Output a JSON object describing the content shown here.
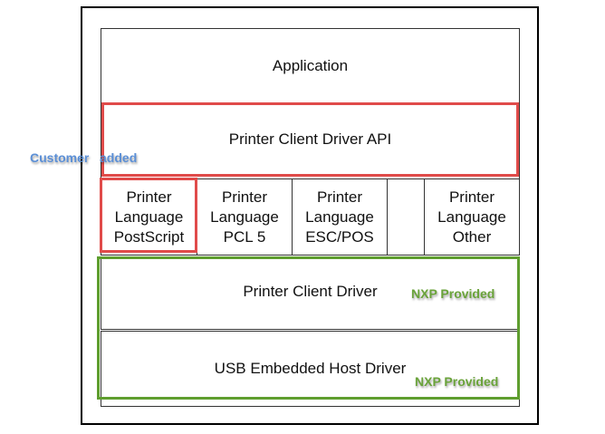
{
  "diagram": {
    "layers": {
      "application": "Application",
      "api": "Printer Client Driver API",
      "languages": [
        {
          "line1": "Printer",
          "line2": "Language",
          "line3": "PostScript"
        },
        {
          "line1": "Printer",
          "line2": "Language",
          "line3": "PCL 5"
        },
        {
          "line1": "Printer",
          "line2": "Language",
          "line3": "ESC/POS"
        },
        {
          "line1": "Printer",
          "line2": "Language",
          "line3": "Other"
        }
      ],
      "client_driver": "Printer Client Driver",
      "host_driver": "USB Embedded Host Driver"
    },
    "annotations": {
      "customer": "Customer   added",
      "nxp_client": "NXP Provided",
      "nxp_host": "NXP Provided"
    },
    "colors": {
      "customer_highlight": "#e04b4a",
      "nxp_highlight": "#5f9e2f",
      "customer_label": "#5b8fd6",
      "nxp_label": "#6aa33a"
    }
  }
}
